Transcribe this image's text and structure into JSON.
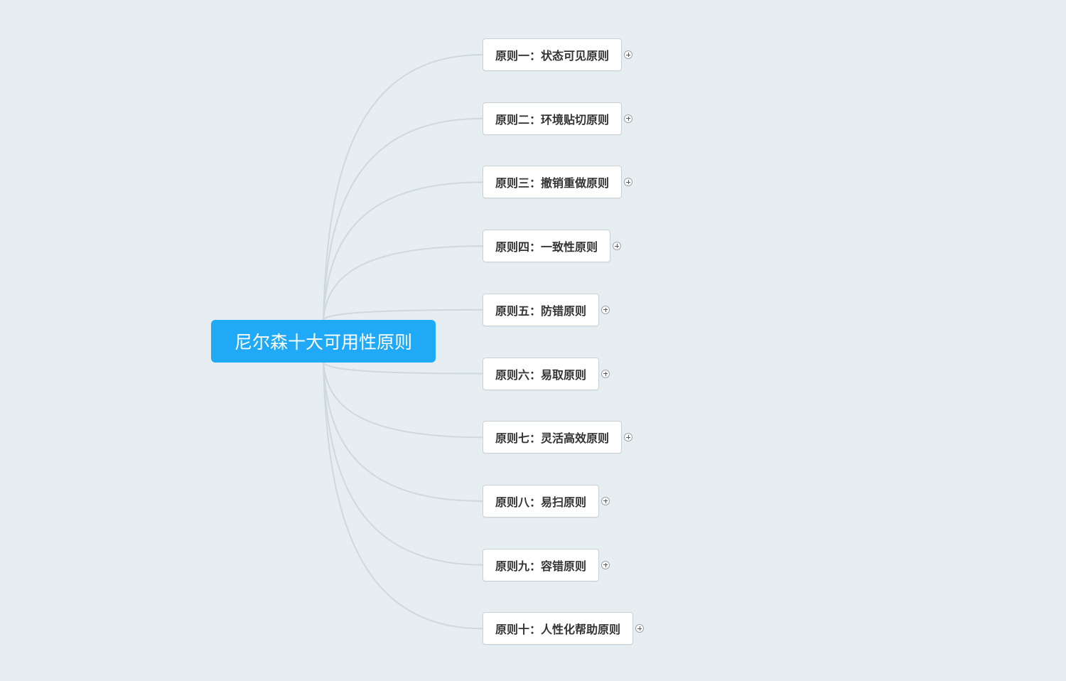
{
  "mindmap": {
    "root": {
      "label": "尼尔森十大可用性原则"
    },
    "children": [
      {
        "label": "原则一：状态可见原则",
        "collapsed": true
      },
      {
        "label": "原则二：环境贴切原则",
        "collapsed": true
      },
      {
        "label": "原则三：撤销重做原则",
        "collapsed": true
      },
      {
        "label": "原则四：一致性原则",
        "collapsed": true
      },
      {
        "label": "原则五：防错原则",
        "collapsed": true
      },
      {
        "label": "原则六：易取原则",
        "collapsed": true
      },
      {
        "label": "原则七：灵活高效原则",
        "collapsed": true
      },
      {
        "label": "原则八：易扫原则",
        "collapsed": true
      },
      {
        "label": "原则九：容错原则",
        "collapsed": true
      },
      {
        "label": "原则十：人性化帮助原则",
        "collapsed": true
      }
    ]
  },
  "colors": {
    "background": "#e6eef1",
    "root_fill": "#1fa9f6",
    "root_text": "#ffffff",
    "node_fill": "#ffffff",
    "node_border": "#c9d2d6",
    "node_text": "#333333",
    "connector": "#cfd8dc"
  },
  "icons": {
    "expand_toggle": "plus-circle-icon"
  }
}
